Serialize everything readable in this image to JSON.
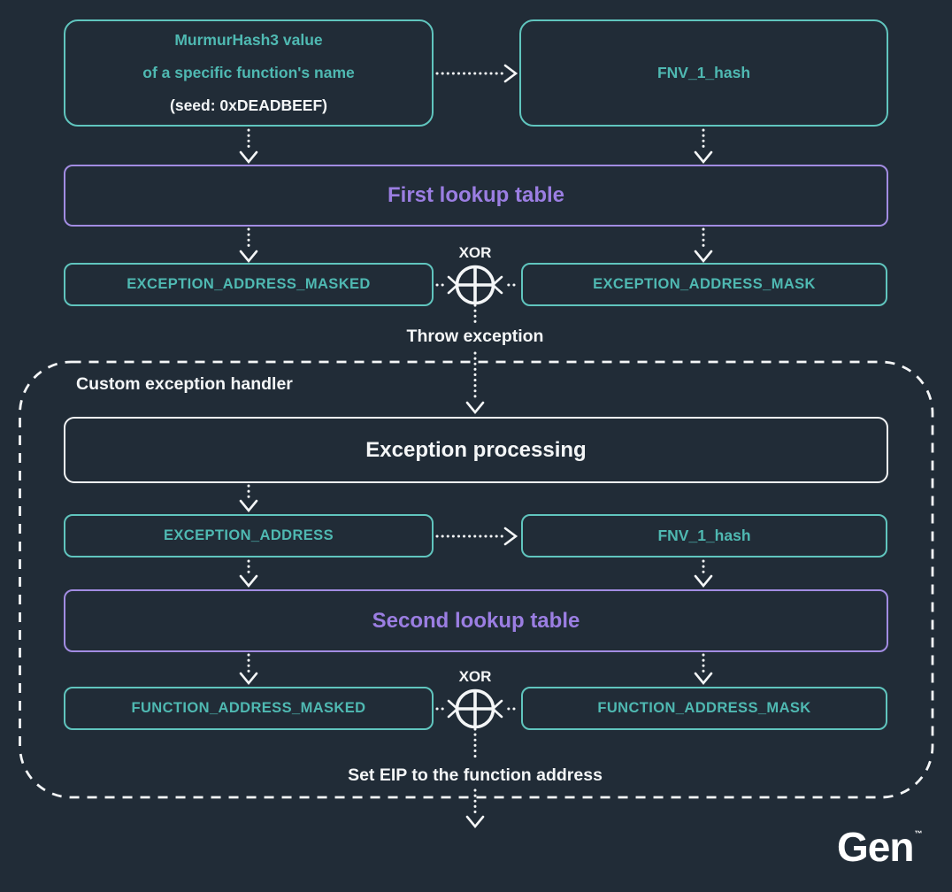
{
  "colors": {
    "background": "#212c37",
    "teal_border": "#60c5be",
    "teal_text": "#4fb9b2",
    "purple_border": "#a28ce2",
    "purple_text": "#9b7ee2",
    "white": "#f4f6f7"
  },
  "top_row": {
    "murmur_box": {
      "line1": "MurmurHash3 value",
      "line2": "of a specific function's name",
      "line3": "(seed: 0xDEADBEEF)"
    },
    "fnv_box": {
      "label": "FNV_1_hash"
    }
  },
  "first_lookup": {
    "label": "First lookup table"
  },
  "xor_top": {
    "label": "XOR"
  },
  "masked_row_top": {
    "left": {
      "label": "EXCEPTION_ADDRESS_MASKED"
    },
    "right": {
      "label": "EXCEPTION_ADDRESS_MASK"
    }
  },
  "throw_exception_label": "Throw exception",
  "handler": {
    "title": "Custom exception handler",
    "exception_processing": {
      "label": "Exception processing"
    },
    "address_row": {
      "left": {
        "label": "EXCEPTION_ADDRESS"
      },
      "right": {
        "label": "FNV_1_hash"
      }
    },
    "second_lookup": {
      "label": "Second lookup table"
    },
    "xor_bottom": {
      "label": "XOR"
    },
    "masked_row_bottom": {
      "left": {
        "label": "FUNCTION_ADDRESS_MASKED"
      },
      "right": {
        "label": "FUNCTION_ADDRESS_MASK"
      }
    },
    "set_eip_label": "Set EIP to the function address"
  },
  "logo": {
    "text": "Gen",
    "trademark": "™"
  }
}
